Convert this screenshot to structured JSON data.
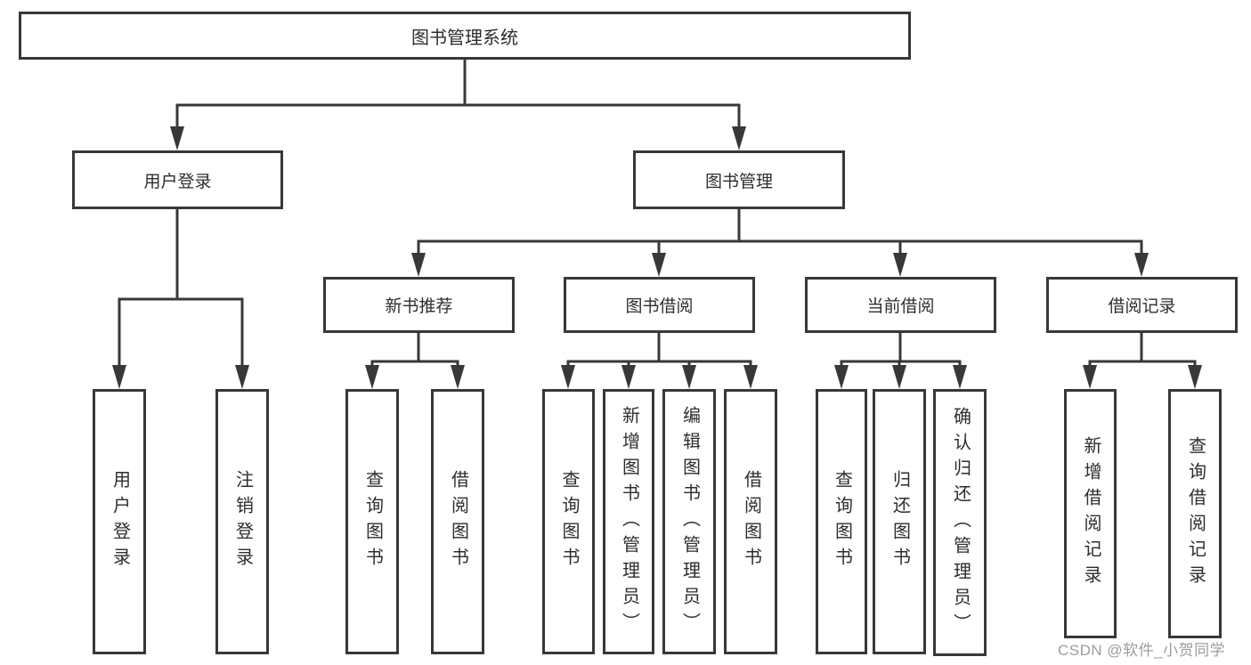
{
  "diagram": {
    "tree": {
      "root": "图书管理系统",
      "branches": [
        {
          "label": "用户登录",
          "children": [
            "用户登录",
            "注销登录"
          ]
        },
        {
          "label": "图书管理",
          "children": [
            {
              "label": "新书推荐",
              "children": [
                "查询图书",
                "借阅图书"
              ]
            },
            {
              "label": "图书借阅",
              "children": [
                "查询图书",
                "新增图书（管理员）",
                "编辑图书（管理员）",
                "借阅图书"
              ]
            },
            {
              "label": "当前借阅",
              "children": [
                "查询图书",
                "归还图书",
                "确认归还（管理员）"
              ]
            },
            {
              "label": "借阅记录",
              "children": [
                "新增借阅记录",
                "查询借阅记录"
              ]
            }
          ]
        }
      ]
    },
    "watermark": "CSDN @软件_小贺同学",
    "colors": {
      "line": "#383838",
      "text": "#2d2d2d",
      "watermark": "#9c9c9c",
      "background": "#ffffff"
    }
  }
}
